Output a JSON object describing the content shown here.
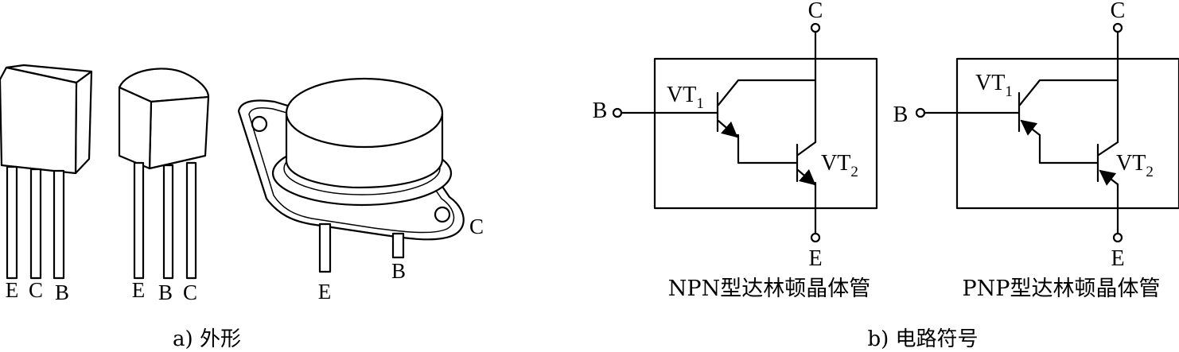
{
  "panel_a": {
    "package1_pins": [
      "E",
      "C",
      "B"
    ],
    "package2_pins": [
      "E",
      "B",
      "C"
    ],
    "package3_pins": {
      "emitter": "E",
      "base": "B",
      "collector": "C"
    },
    "caption": "a) 外形"
  },
  "panel_b": {
    "npn": {
      "collector": "C",
      "emitter": "E",
      "base": "B",
      "vt1_main": "VT",
      "vt1_sub": "1",
      "vt2_main": "VT",
      "vt2_sub": "2",
      "title": "NPN型达林顿晶体管"
    },
    "pnp": {
      "collector": "C",
      "emitter": "E",
      "base": "B",
      "vt1_main": "VT",
      "vt1_sub": "1",
      "vt2_main": "VT",
      "vt2_sub": "2",
      "title": "PNP型达林顿晶体管"
    },
    "caption": "b) 电路符号"
  }
}
